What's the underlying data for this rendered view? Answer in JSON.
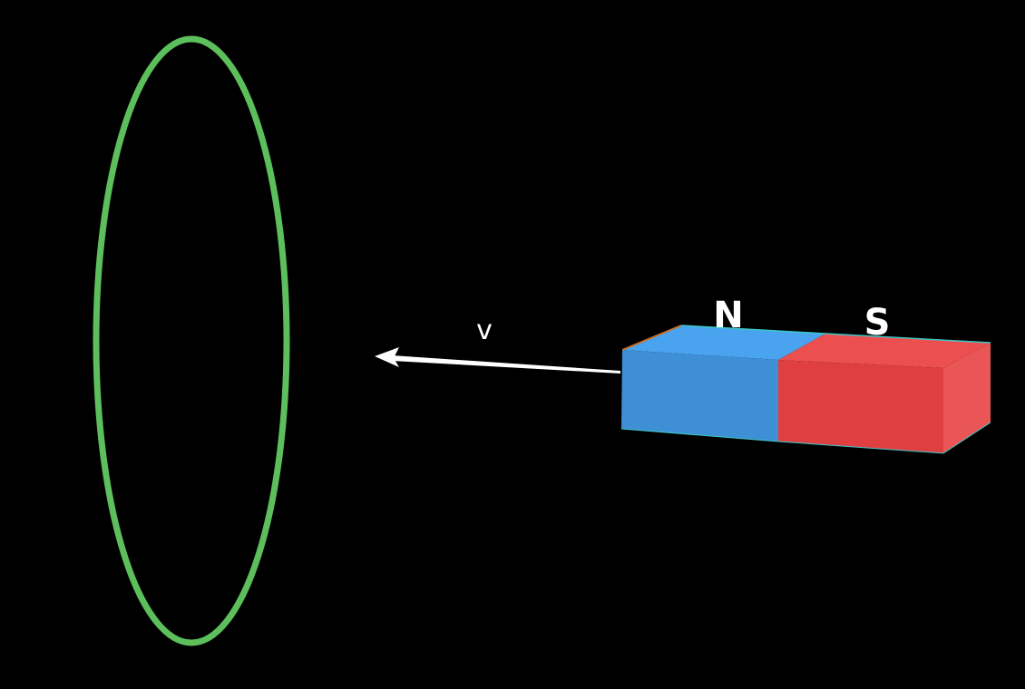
{
  "diagram": {
    "background_color": "#000000",
    "coil": {
      "color": "#5cbf5c"
    },
    "velocity_arrow": {
      "label": "v",
      "color": "#ffffff",
      "direction": "left"
    },
    "magnet": {
      "north_label": "N",
      "south_label": "S",
      "north_colors": {
        "top": "#4aa3ee",
        "front": "#3f8fd6"
      },
      "south_colors": {
        "top": "#ec4f4f",
        "front": "#e03f42",
        "side": "#ea5656"
      },
      "edge_color": "#3cc8c8"
    }
  }
}
